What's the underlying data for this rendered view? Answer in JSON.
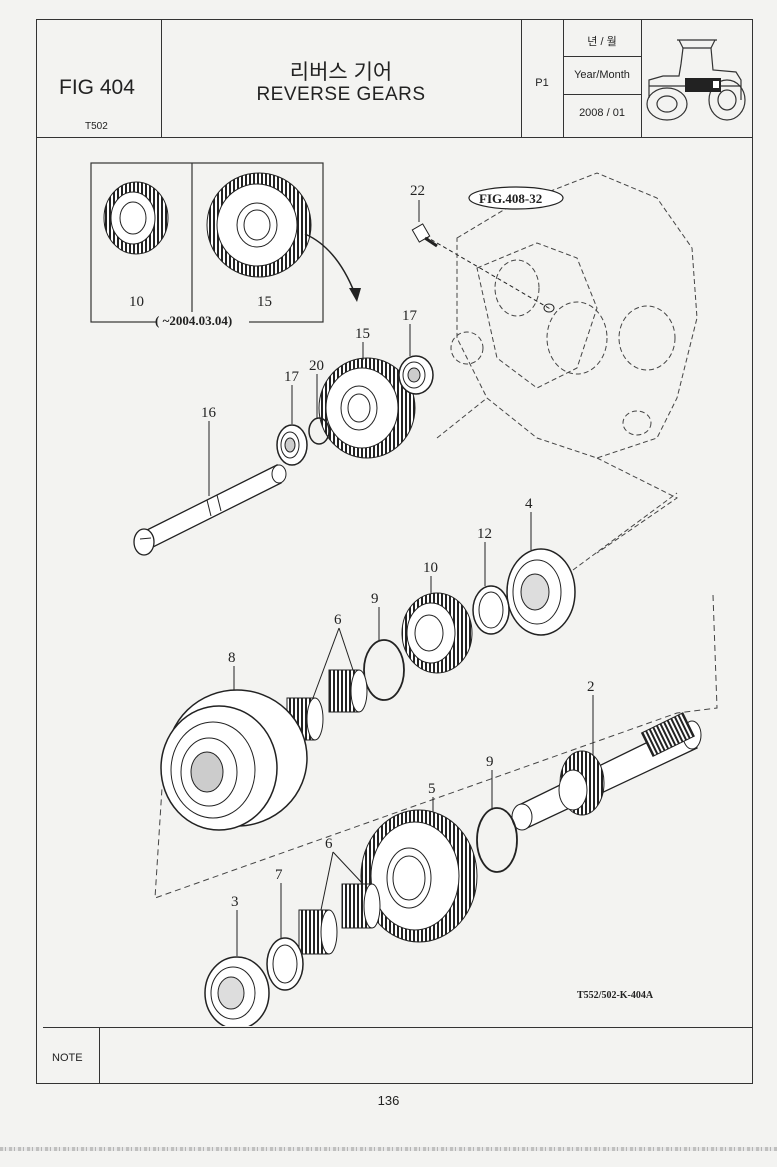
{
  "header": {
    "fig_no": "FIG 404",
    "model_code": "T502",
    "title_korean": "리버스 기어",
    "title_english": "REVERSE GEARS",
    "page_marker": "P1",
    "date_label_korean": "년 / 월",
    "date_label_english": "Year/Month",
    "date_value": "2008 / 01",
    "logo_icon": "tractor-icon"
  },
  "diagram": {
    "inset_date": "( ~2004.03.04)",
    "figure_ref": "FIG.408-32",
    "drawing_code": "T552/502-K-404A",
    "callouts": [
      "22",
      "15",
      "17",
      "20",
      "17",
      "16",
      "10",
      "15",
      "4",
      "12",
      "10",
      "9",
      "6",
      "8",
      "2",
      "9",
      "5",
      "6",
      "7",
      "3"
    ]
  },
  "footer": {
    "note_label": "NOTE",
    "note_text": "",
    "page_number": "136"
  }
}
